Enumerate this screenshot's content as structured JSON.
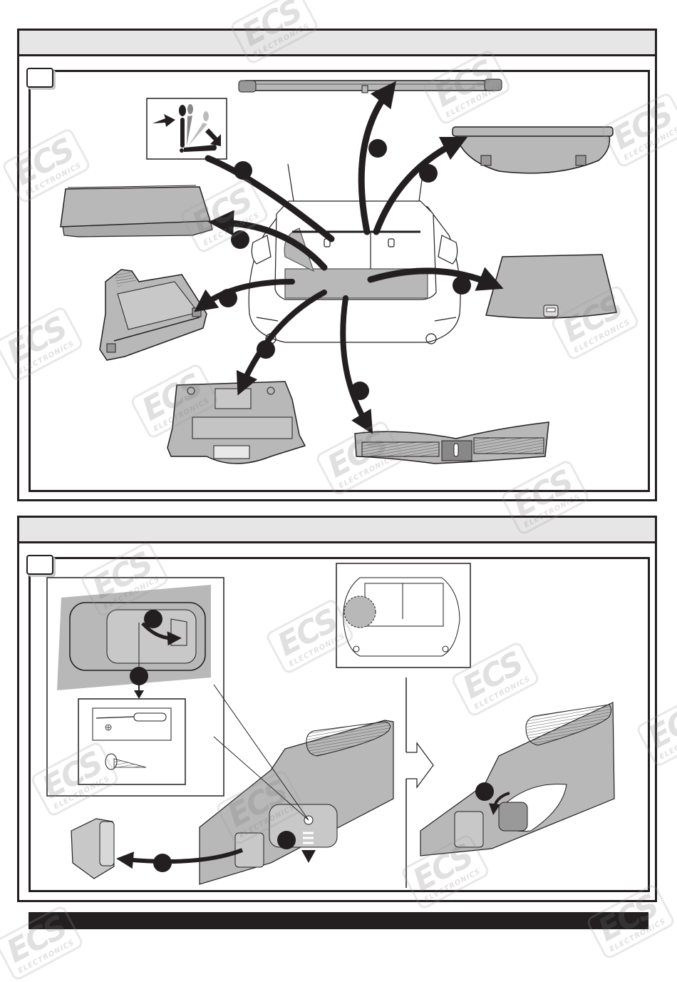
{
  "document": {
    "brand_watermark": {
      "logo": "ECS",
      "subtitle": "ELECTRONICS"
    },
    "sections": [
      {
        "header_title": "",
        "step_number": "",
        "illustration": "Removal of luggage compartment trim parts",
        "parts": [
          {
            "name": "luggage-cover-rolled",
            "marker": ""
          },
          {
            "name": "luggage-cover-extended",
            "marker": ""
          },
          {
            "name": "rear-seat-fold-instruction",
            "marker": ""
          },
          {
            "name": "parcel-shelf",
            "marker": ""
          },
          {
            "name": "side-trim-panel",
            "marker": ""
          },
          {
            "name": "floor-board",
            "marker": ""
          },
          {
            "name": "storage-tray",
            "marker": ""
          },
          {
            "name": "sill-scuff-plate",
            "marker": ""
          }
        ]
      },
      {
        "header_title": "",
        "step_number": "",
        "illustration": "Removal of trim hook / clip from rear side trim",
        "tools": [
          "phillips-screwdriver",
          "screw"
        ],
        "markers": [
          "",
          "",
          "",
          "",
          ""
        ]
      }
    ],
    "colors": {
      "ink": "#231f20",
      "header_fill": "#e6e6e6",
      "part_fill": "#b8b8b8",
      "background": "#ffffff"
    }
  }
}
